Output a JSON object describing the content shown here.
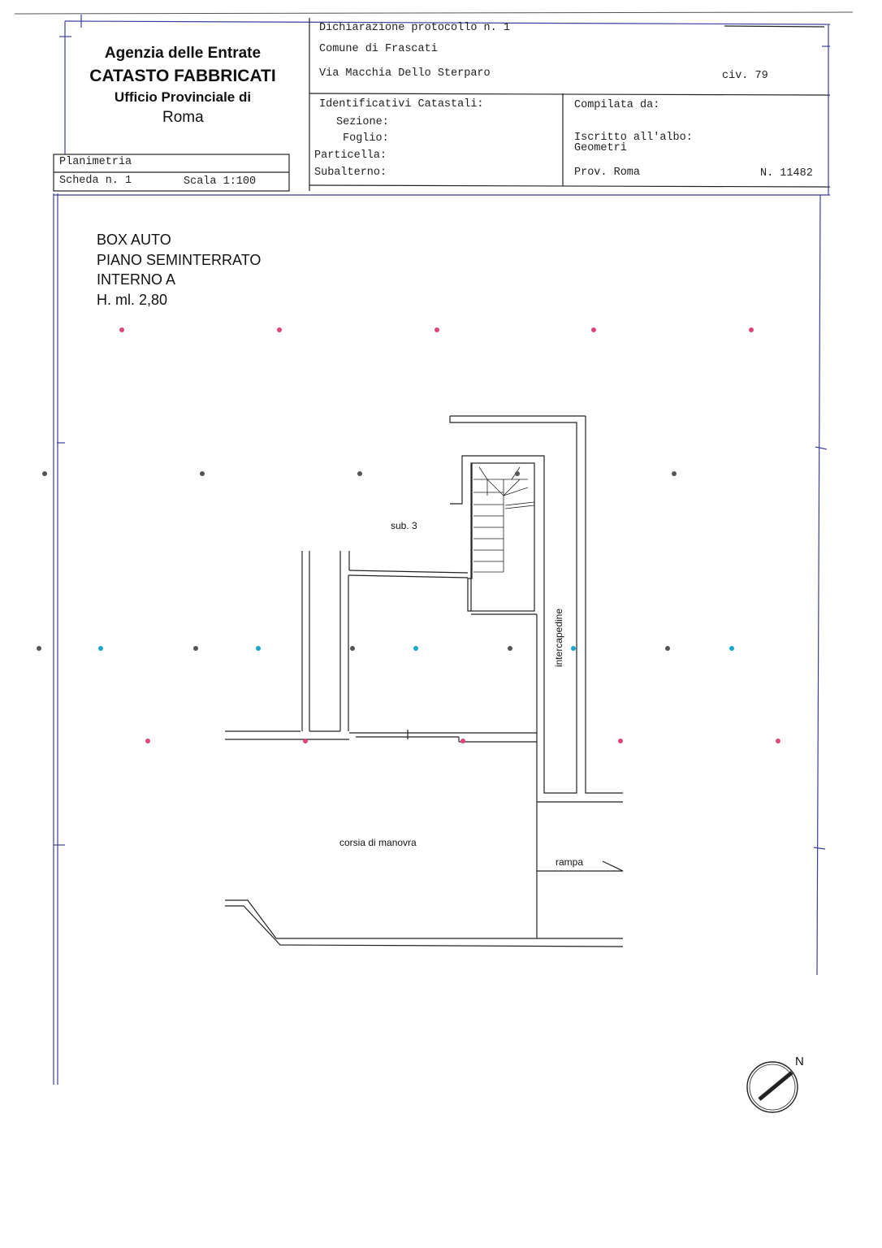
{
  "header": {
    "agency": "Agenzia delle Entrate",
    "catasto": "CATASTO FABBRICATI",
    "office": "Ufficio Provinciale di",
    "city": "Roma"
  },
  "card": {
    "planimetria": "Planimetria",
    "scheda": "Scheda n. 1",
    "scala": "Scala 1:100"
  },
  "declaration": {
    "protocol": "Dichiarazione protocollo n. 1",
    "comune": "Comune di Frascati",
    "via": "Via Macchia Dello Sterparo",
    "civ": "civ. 79"
  },
  "identifiers": {
    "title": "Identificativi Catastali:",
    "sezione": "Sezione:",
    "foglio": "Foglio:",
    "particella": "Particella:",
    "subalterno": "Subalterno:"
  },
  "compiler": {
    "title": "Compilata da:",
    "albo": "Iscritto all'albo:",
    "profession": "Geometri",
    "prov": "Prov. Roma",
    "number": "N. 11482"
  },
  "plan": {
    "title_lines": [
      "BOX AUTO",
      "PIANO SEMINTERRATO",
      "INTERNO A",
      "H. ml. 2,80"
    ],
    "sub": "sub. 3",
    "intercapedine": "intercapedine",
    "corsia": "corsia di manovra",
    "rampa": "rampa",
    "north": "N"
  },
  "colors": {
    "frame": "#3a3f9e",
    "line": "#222222",
    "dot_magenta": "#e0457a",
    "dot_cyan": "#1aa7c9",
    "dot_gray": "#555555"
  }
}
